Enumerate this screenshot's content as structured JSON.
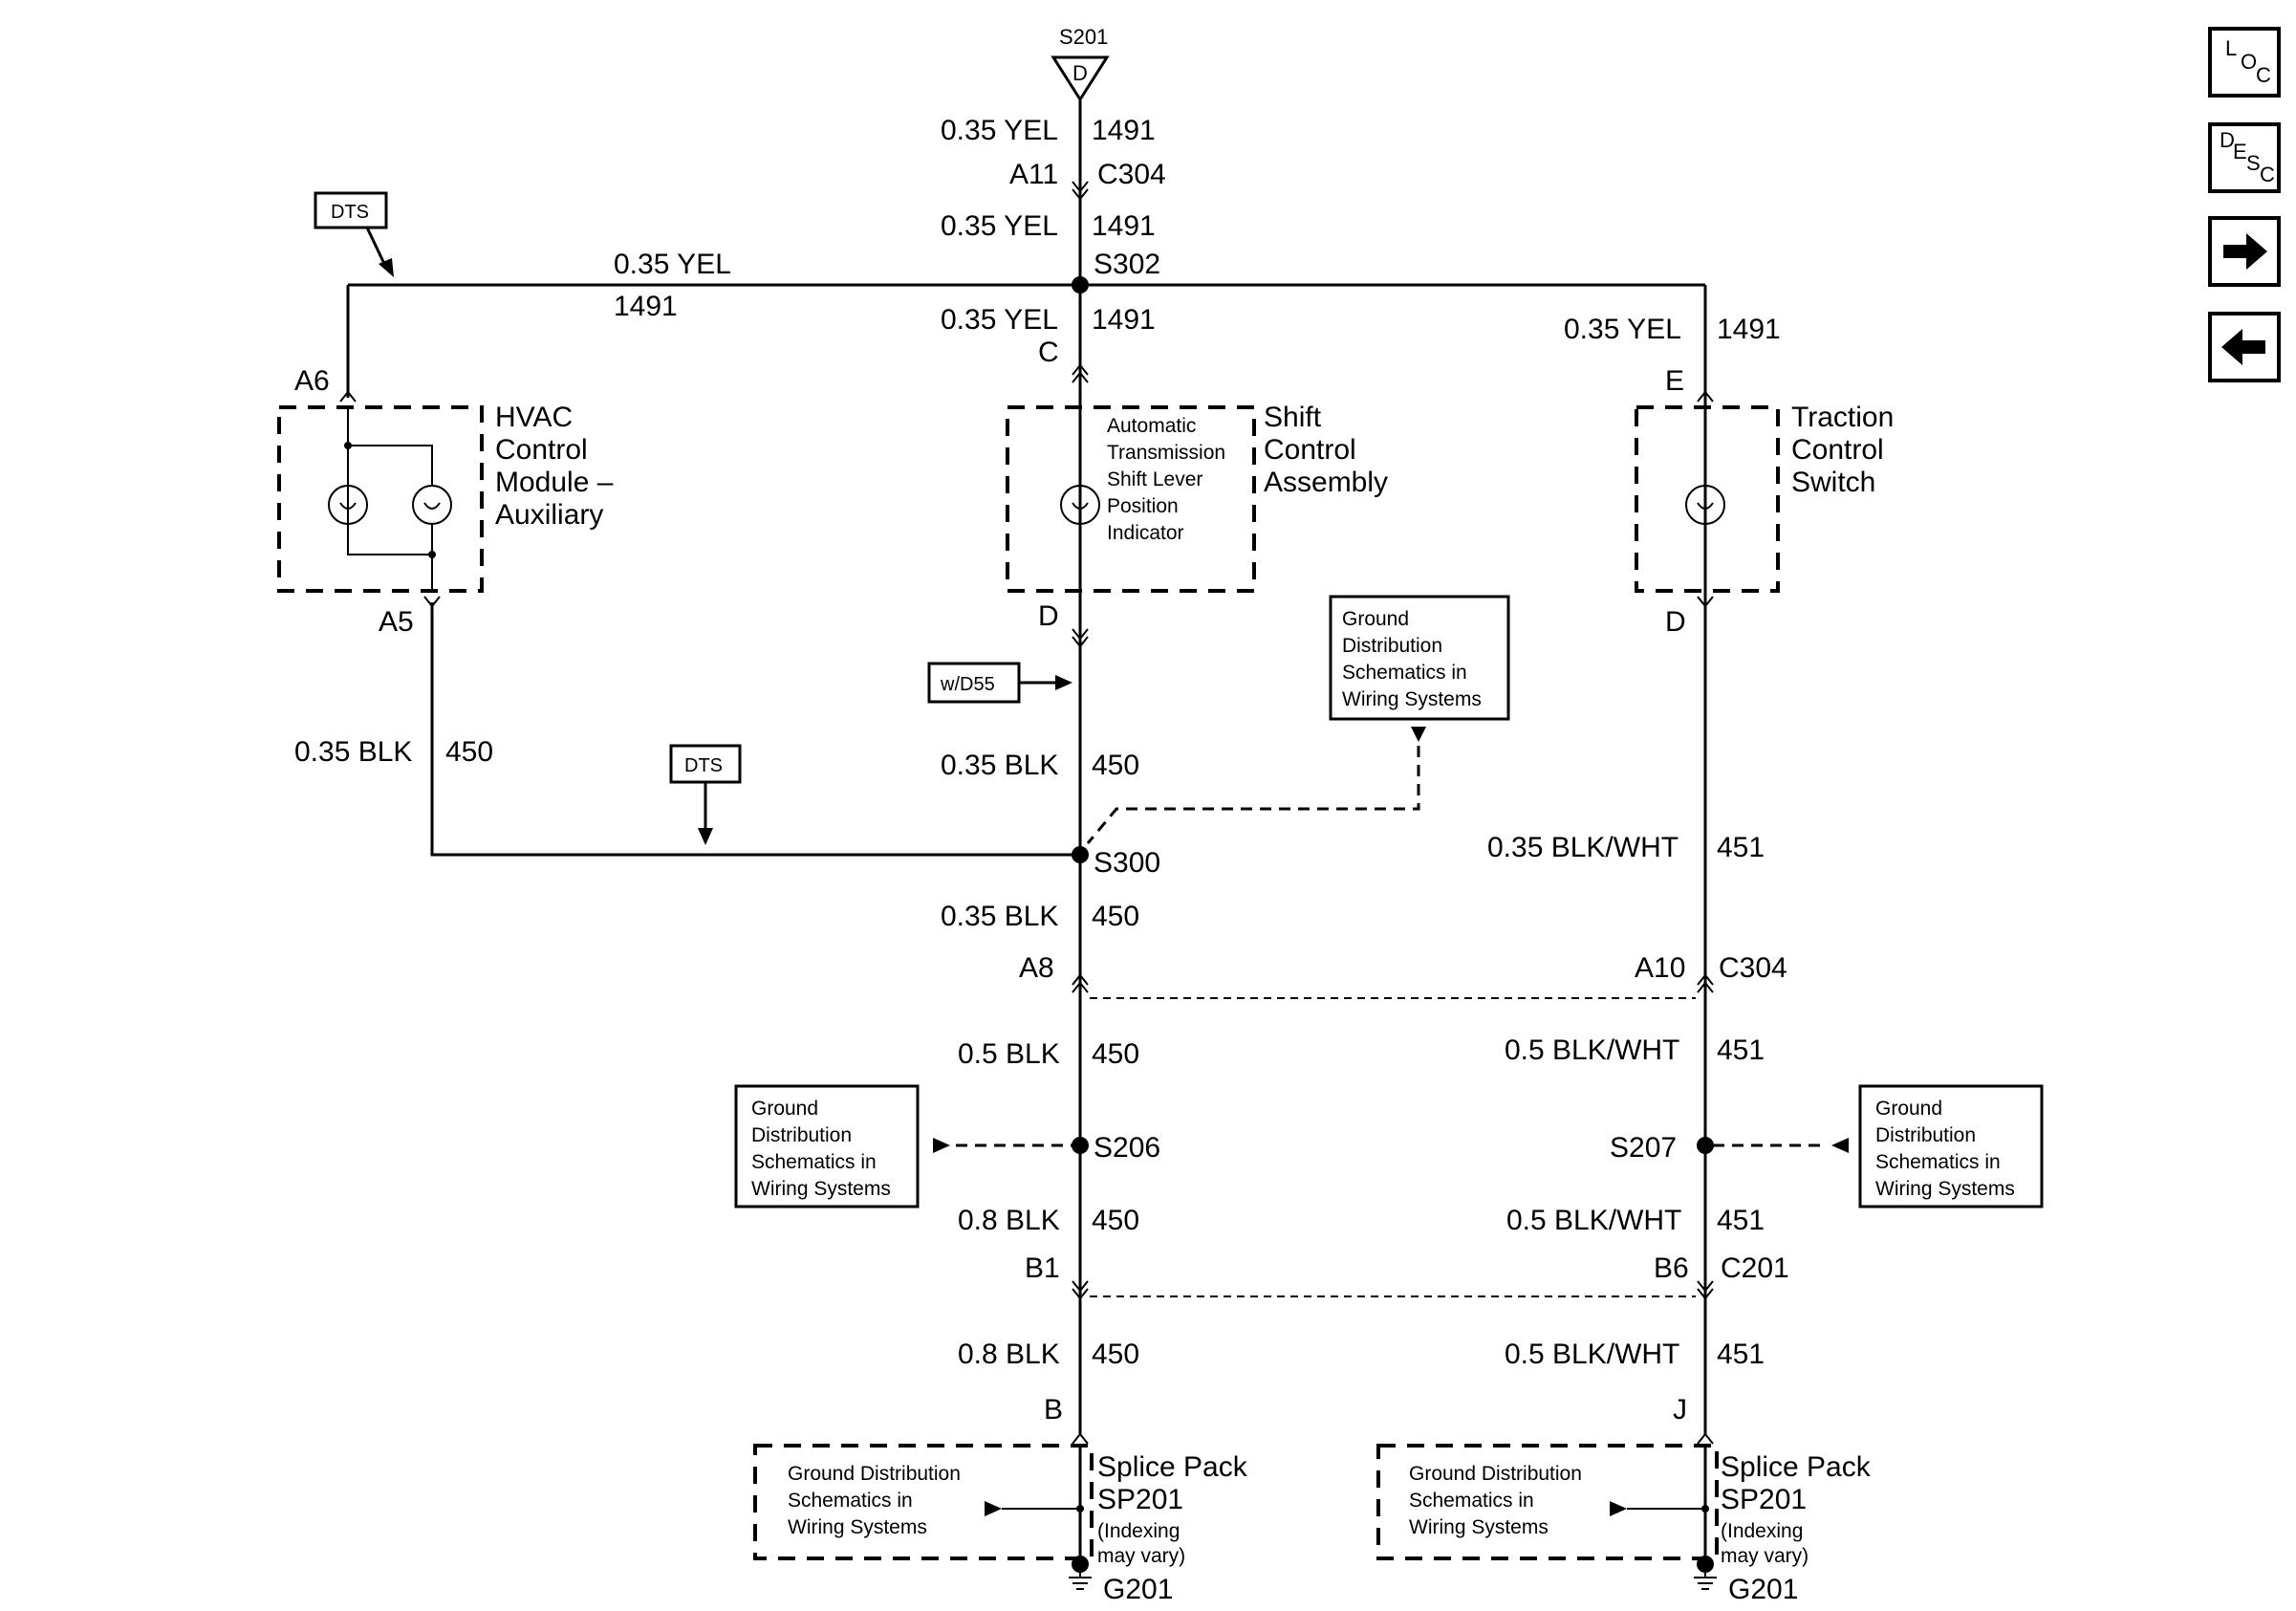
{
  "top_splice": {
    "name": "S201",
    "letter": "D"
  },
  "feed": {
    "seg1": {
      "gauge": "0.35 YEL",
      "circuit": "1491"
    },
    "conn": {
      "pin": "A11",
      "name": "C304"
    },
    "seg2": {
      "gauge": "0.35 YEL",
      "circuit": "1491"
    },
    "splice": "S302"
  },
  "left_branch": {
    "gauge": "0.35 YEL",
    "circuit": "1491",
    "dts_tag": "DTS",
    "pin_top": "A6",
    "pin_bottom": "A5",
    "module": [
      "HVAC",
      "Control",
      "Module –",
      "Auxiliary"
    ],
    "ground_gauge": "0.35 BLK",
    "ground_circuit": "450",
    "dts_tag2": "DTS"
  },
  "center_branch": {
    "gauge": "0.35 YEL",
    "circuit": "1491",
    "pin_top": "C",
    "pin_bottom": "D",
    "inner_label": [
      "Automatic",
      "Transmission",
      "Shift Lever",
      "Position",
      "Indicator"
    ],
    "module": [
      "Shift",
      "Control",
      "Assembly"
    ],
    "option_tag": "w/D55",
    "seg_ground1": {
      "gauge": "0.35 BLK",
      "circuit": "450"
    },
    "ground_ref": [
      "Ground",
      "Distribution",
      "Schematics in",
      "Wiring Systems"
    ],
    "splice": "S300",
    "seg_ground2": {
      "gauge": "0.35 BLK",
      "circuit": "450"
    },
    "conn_pin": "A8",
    "seg_ground3": {
      "gauge": "0.5 BLK",
      "circuit": "450"
    },
    "ground_ref2": [
      "Ground",
      "Distribution",
      "Schematics in",
      "Wiring Systems"
    ],
    "splice2": "S206",
    "seg_ground4": {
      "gauge": "0.8 BLK",
      "circuit": "450"
    },
    "conn_pin2": "B1",
    "seg_ground5": {
      "gauge": "0.8 BLK",
      "circuit": "450"
    },
    "sp_pin": "B"
  },
  "right_branch": {
    "gauge": "0.35 YEL",
    "circuit": "1491",
    "pin_top": "E",
    "pin_bottom": "D",
    "module": [
      "Traction",
      "Control",
      "Switch"
    ],
    "seg_ground1": {
      "gauge": "0.35 BLK/WHT",
      "circuit": "451"
    },
    "conn_pin": "A10",
    "conn_name": "C304",
    "seg_ground2": {
      "gauge": "0.5 BLK/WHT",
      "circuit": "451"
    },
    "splice": "S207",
    "ground_ref": [
      "Ground",
      "Distribution",
      "Schematics in",
      "Wiring Systems"
    ],
    "seg_ground3": {
      "gauge": "0.5 BLK/WHT",
      "circuit": "451"
    },
    "conn_pin2": "B6",
    "conn_name2": "C201",
    "seg_ground4": {
      "gauge": "0.5 BLK/WHT",
      "circuit": "451"
    },
    "sp_pin": "J"
  },
  "splice_pack_left": {
    "title": [
      "Splice Pack",
      "SP201",
      "(Indexing",
      "may vary)"
    ],
    "inner": [
      "Ground Distribution",
      "Schematics in",
      "Wiring Systems"
    ],
    "ground": "G201"
  },
  "splice_pack_right": {
    "title": [
      "Splice Pack",
      "SP201",
      "(Indexing",
      "may vary)"
    ],
    "inner": [
      "Ground Distribution",
      "Schematics in",
      "Wiring Systems"
    ],
    "ground": "G201"
  },
  "nav": {
    "loc": {
      "l": "L",
      "o": "O",
      "c": "C"
    },
    "desc": {
      "d": "D",
      "e": "E",
      "s": "S",
      "c": "C"
    }
  }
}
